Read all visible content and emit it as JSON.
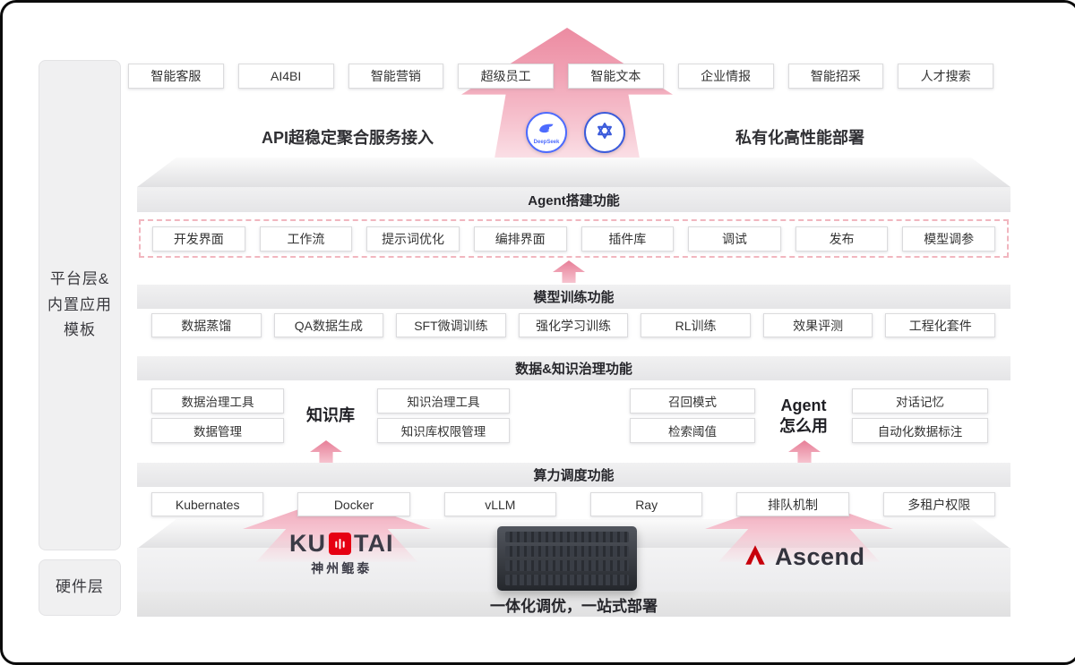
{
  "left_rail": {
    "platform_lines": [
      "平台层&",
      "内置应用",
      "模板"
    ],
    "hardware_label": "硬件层"
  },
  "top_apps": [
    "智能客服",
    "AI4BI",
    "智能营销",
    "超级员工",
    "智能文本",
    "企业情报",
    "智能招采",
    "人才搜索"
  ],
  "access_row": {
    "left_label": "API超稳定聚合服务接入",
    "right_label": "私有化高性能部署",
    "deepseek_label": "DeepSeek"
  },
  "agent_build": {
    "title": "Agent搭建功能",
    "items": [
      "开发界面",
      "工作流",
      "提示词优化",
      "编排界面",
      "插件库",
      "调试",
      "发布",
      "模型调参"
    ]
  },
  "model_training": {
    "title": "模型训练功能",
    "items": [
      "数据蒸馏",
      "QA数据生成",
      "SFT微调训练",
      "强化学习训练",
      "RL训练",
      "效果评测",
      "工程化套件"
    ]
  },
  "data_governance": {
    "title": "数据&知识治理功能",
    "knowledge_group": {
      "left": [
        "数据治理工具",
        "数据管理"
      ],
      "center": "知识库",
      "right": [
        "知识治理工具",
        "知识库权限管理"
      ]
    },
    "agent_group": {
      "left": [
        "召回模式",
        "检索阈值"
      ],
      "center_lines": [
        "Agent",
        "怎么用"
      ],
      "right": [
        "对话记忆",
        "自动化数据标注"
      ]
    }
  },
  "compute": {
    "title": "算力调度功能",
    "items": [
      "Kubernates",
      "Docker",
      "vLLM",
      "Ray",
      "排队机制",
      "多租户权限"
    ]
  },
  "hardware": {
    "kuntai": {
      "prefix": "KU",
      "suffix": "TAI",
      "subtitle": "神州鲲泰"
    },
    "ascend_label": "Ascend",
    "banner": "一体化调优，一站式部署"
  },
  "icons": {
    "deepseek": "deepseek-whale-icon",
    "second_model": "qwen-knot-icon",
    "kuntai_mark": "kuntai-mark-icon",
    "ascend_mark": "ascend-a-icon"
  },
  "colors": {
    "arrow_pink": "#ef93a8",
    "dashed_border_pink": "#f1b6bf",
    "bar_gray": "#ececec",
    "kuntai_red": "#e60012",
    "ascend_red": "#c7000b",
    "deepseek_blue": "#4d6bfe"
  }
}
